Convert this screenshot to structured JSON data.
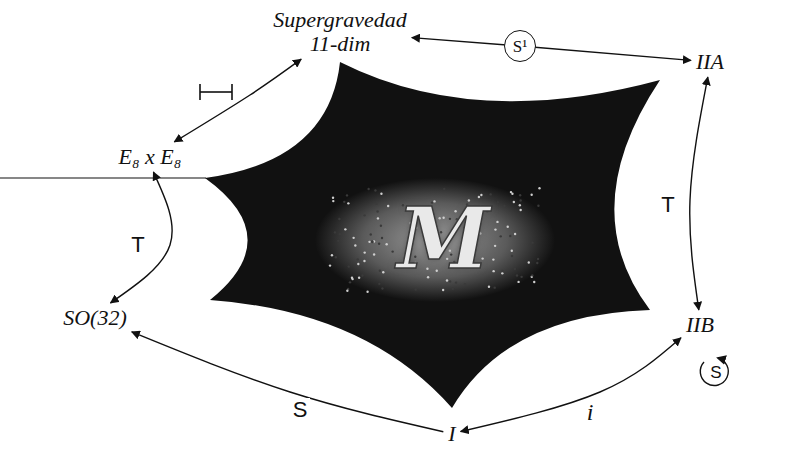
{
  "diagram": {
    "nodes": [
      {
        "text": [
          "Supergravedad 11-dim"
        ]
      },
      {
        "text": [
          "E₈ x E₈"
        ]
      },
      {
        "text": [
          "IIA"
        ]
      },
      {
        "text": [
          "M"
        ]
      },
      {
        "text": [
          "SO(32)"
        ]
      },
      {
        "text": [
          "IIB"
        ]
      },
      {
        "text": [
          "I"
        ]
      }
    ],
    "edges": [
      {
        "from": 1,
        "to": 0,
        "arrow": "both"
      },
      {
        "from": 0,
        "to": 2,
        "label": "S¹",
        "arrow": "both"
      },
      {
        "from": 1,
        "to": 4,
        "label": "T",
        "arrow": "both"
      },
      {
        "from": 2,
        "to": 5,
        "label": "T",
        "arrow": "both"
      },
      {
        "from": 6,
        "to": 4,
        "label": "S",
        "arrow": "to"
      },
      {
        "from": 6,
        "to": 5,
        "label": "i",
        "arrow": "both"
      }
    ],
    "labels": [
      "S"
    ]
  }
}
